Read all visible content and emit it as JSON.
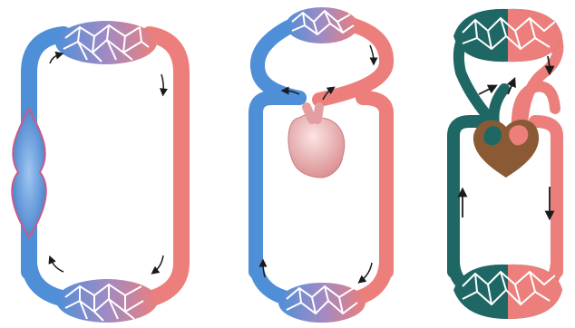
{
  "figure": {
    "panels": [
      {
        "id": "panel-1",
        "kind": "tube-heart-circulation"
      },
      {
        "id": "panel-2",
        "kind": "single-chamber-heart-circulation"
      },
      {
        "id": "panel-3",
        "kind": "double-circulation-heart"
      }
    ],
    "colors": {
      "deoxygenated": "#4f8fd8",
      "oxygenated": "#ec7f7b",
      "heart_pale": "#e7a2a6",
      "dark_teal": "#1f6764",
      "heart_brown": "#8a5a34",
      "capillary_purple": "#9a8ac4",
      "arrow": "#1a1a1a"
    },
    "icons": [
      "flow-arrow-icon",
      "capillary-bed-icon",
      "heart-icon"
    ]
  }
}
